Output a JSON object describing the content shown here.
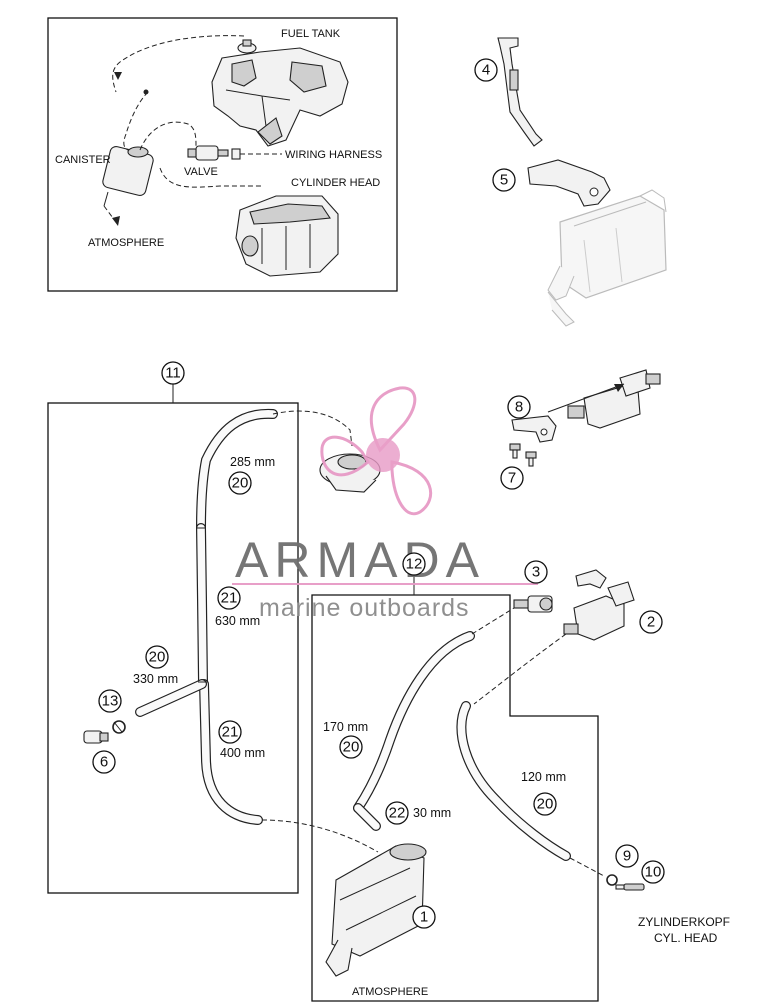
{
  "inset": {
    "fuel_tank": "FUEL TANK",
    "canister": "CANISTER",
    "wiring_harness": "WIRING HARNESS",
    "valve": "VALVE",
    "cylinder_head": "CYLINDER HEAD",
    "atmosphere": "ATMOSPHERE"
  },
  "callouts": {
    "c1": "1",
    "c2": "2",
    "c3": "3",
    "c4": "4",
    "c5": "5",
    "c6": "6",
    "c7": "7",
    "c8": "8",
    "c9": "9",
    "c10": "10",
    "c11": "11",
    "c12": "12",
    "c13": "13",
    "c20a": "20",
    "c20b": "20",
    "c20c": "20",
    "c20d": "20",
    "c21a": "21",
    "c21b": "21",
    "c22": "22"
  },
  "measurements": {
    "m285": "285 mm",
    "m630": "630 mm",
    "m330": "330 mm",
    "m400": "400 mm",
    "m170": "170 mm",
    "m30": "30 mm",
    "m120": "120 mm"
  },
  "main": {
    "atmosphere": "ATMOSPHERE",
    "zylinderkopf": "ZYLINDERKOPF",
    "cyl_head": "CYL. HEAD"
  },
  "watermark": {
    "brand": "ARMADA",
    "tagline": "marine outboards",
    "accent_color": "#e79ac6"
  }
}
